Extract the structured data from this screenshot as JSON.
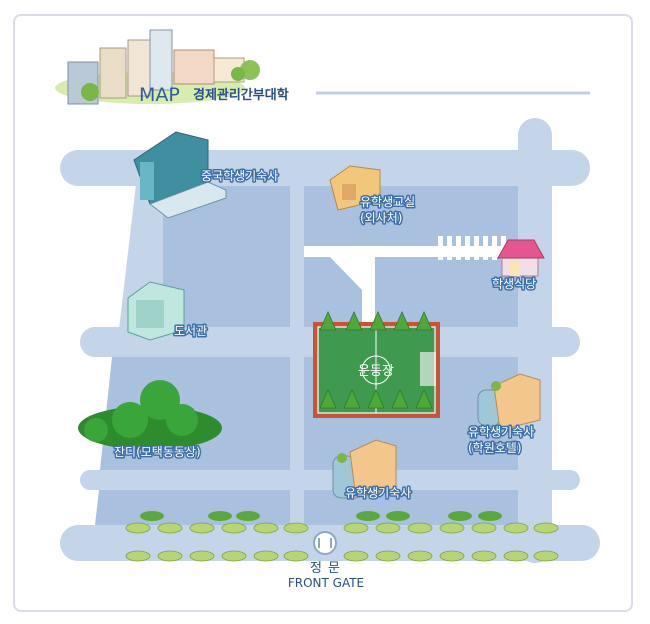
{
  "header": {
    "map_word": "MAP",
    "title": "경제관리간부대학"
  },
  "buildings": {
    "chinese_dorm": "중국학생기숙사",
    "intl_classroom": "유학생교실",
    "intl_classroom_sub": "(외사처)",
    "cafeteria": "학생식당",
    "library": "도서관",
    "playground": "운동장",
    "lawn": "잔디(모택동동상)",
    "intl_dorm_hotel": "유학생기숙사",
    "intl_dorm_hotel_sub": "(학원호텔)",
    "intl_dorm": "유학생기숙사"
  },
  "gate": {
    "korean": "정문",
    "english": "FRONT GATE"
  },
  "colors": {
    "road": "#c4d5ea",
    "block": "#a9c1df",
    "field": "#3f9a50",
    "label_outline": "#3d6ea8",
    "accent_text": "#2a4f86"
  }
}
